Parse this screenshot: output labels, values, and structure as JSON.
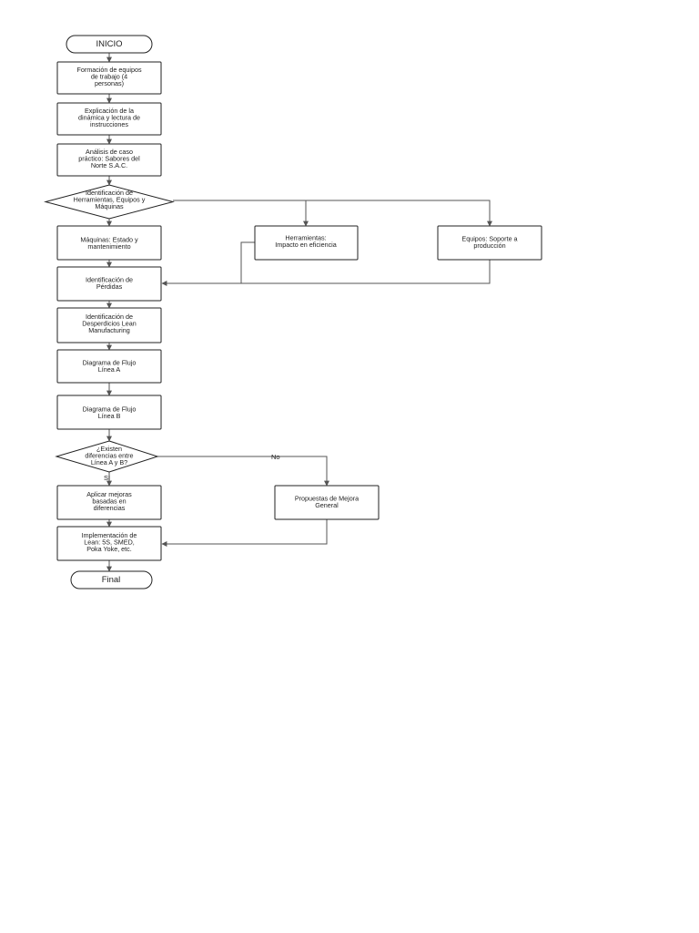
{
  "diagram": {
    "nodes": {
      "inicio": {
        "lines": [
          "INICIO"
        ]
      },
      "formacion": {
        "lines": [
          "Formación de equipos",
          "de trabajo (4",
          "personas)"
        ]
      },
      "explicacion": {
        "lines": [
          "Explicación de la",
          "dinámica y lectura de",
          "instrucciones"
        ]
      },
      "analisis": {
        "lines": [
          "Análisis de caso",
          "práctico: Sabores del",
          "Norte S.A.C."
        ]
      },
      "identificacion_hem": {
        "lines": [
          "Identificación de",
          "Herramientas, Equipos y",
          "Máquinas"
        ]
      },
      "maquinas": {
        "lines": [
          "Máquinas: Estado y",
          "mantenimiento"
        ]
      },
      "herramientas": {
        "lines": [
          "Herramientas:",
          "Impacto en eficiencia"
        ]
      },
      "equipos": {
        "lines": [
          "Equipos: Soporte a",
          "producción"
        ]
      },
      "perdidas": {
        "lines": [
          "Identificación de",
          "Pérdidas"
        ]
      },
      "desperdicios": {
        "lines": [
          "Identificación de",
          "Desperdicios Lean",
          "Manufacturing"
        ]
      },
      "diagrama_a": {
        "lines": [
          "Diagrama de Flujo",
          "Línea A"
        ]
      },
      "diagrama_b": {
        "lines": [
          "Diagrama de Flujo",
          "Línea B"
        ]
      },
      "decision": {
        "lines": [
          "¿Existen",
          "diferencias entre",
          "Línea A y B?"
        ]
      },
      "aplicar": {
        "lines": [
          "Aplicar mejoras",
          "basadas en",
          "diferencias"
        ]
      },
      "propuestas": {
        "lines": [
          "Propuestas de Mejora",
          "General"
        ]
      },
      "implementacion": {
        "lines": [
          "Implementación de",
          "Lean: 5S, SMED,",
          "Poka Yoke, etc."
        ]
      },
      "final": {
        "lines": [
          "Final"
        ]
      }
    },
    "edge_labels": {
      "no": "No",
      "si": "SI"
    },
    "colors": {
      "stroke": "#222222",
      "edge": "#555555",
      "fill": "#ffffff"
    }
  }
}
